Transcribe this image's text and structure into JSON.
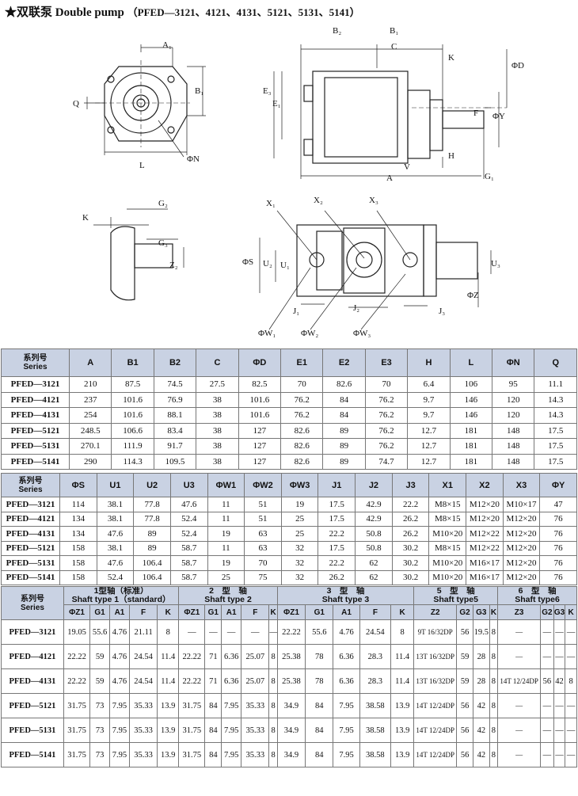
{
  "header": {
    "star": "★",
    "title_cn": "双联泵",
    "title_en": "Double pump",
    "models": "（PFED—3121、4121、4131、5121、5131、5141）"
  },
  "drawing": {
    "labels": {
      "A1": "A₁",
      "B1_left": "B₁",
      "Q": "Q",
      "L": "L",
      "N": "ΦN",
      "B2_top": "B₂",
      "B1_top": "B₁",
      "C": "C",
      "K_top": "K",
      "D": "ΦD",
      "E3": "E₃",
      "E1": "E₁",
      "F": "F",
      "Y": "ΦY",
      "H": "H",
      "V": "V",
      "A": "A",
      "G1": "G₁",
      "K_left": "K",
      "G2": "G₂",
      "G3": "G₃",
      "Z2": "Z₂",
      "X1": "X₁",
      "X2": "X₂",
      "X3": "X₃",
      "S": "ΦS",
      "U2": "U₂",
      "U1": "U₁",
      "U3": "U₃",
      "Z": "ΦZ",
      "J1": "J₁",
      "J2": "J₂",
      "J3": "J₃",
      "W1": "ΦW₁",
      "W2": "ΦW₂",
      "W3": "ΦW₃"
    }
  },
  "table1": {
    "series_cn": "系列号",
    "series_en": "Series",
    "headers": [
      "A",
      "B1",
      "B2",
      "C",
      "ΦD",
      "E1",
      "E2",
      "E3",
      "H",
      "L",
      "ΦN",
      "Q"
    ],
    "rows": [
      {
        "model": "PFED—3121",
        "values": [
          "210",
          "87.5",
          "74.5",
          "27.5",
          "82.5",
          "70",
          "82.6",
          "70",
          "6.4",
          "106",
          "95",
          "11.1"
        ]
      },
      {
        "model": "PFED—4121",
        "values": [
          "237",
          "101.6",
          "76.9",
          "38",
          "101.6",
          "76.2",
          "84",
          "76.2",
          "9.7",
          "146",
          "120",
          "14.3"
        ]
      },
      {
        "model": "PFED—4131",
        "values": [
          "254",
          "101.6",
          "88.1",
          "38",
          "101.6",
          "76.2",
          "84",
          "76.2",
          "9.7",
          "146",
          "120",
          "14.3"
        ]
      },
      {
        "model": "PFED—5121",
        "values": [
          "248.5",
          "106.6",
          "83.4",
          "38",
          "127",
          "82.6",
          "89",
          "76.2",
          "12.7",
          "181",
          "148",
          "17.5"
        ]
      },
      {
        "model": "PFED—5131",
        "values": [
          "270.1",
          "111.9",
          "91.7",
          "38",
          "127",
          "82.6",
          "89",
          "76.2",
          "12.7",
          "181",
          "148",
          "17.5"
        ]
      },
      {
        "model": "PFED—5141",
        "values": [
          "290",
          "114.3",
          "109.5",
          "38",
          "127",
          "82.6",
          "89",
          "74.7",
          "12.7",
          "181",
          "148",
          "17.5"
        ]
      }
    ]
  },
  "table2": {
    "series_cn": "系列号",
    "series_en": "Series",
    "headers": [
      "ΦS",
      "U1",
      "U2",
      "U3",
      "ΦW1",
      "ΦW2",
      "ΦW3",
      "J1",
      "J2",
      "J3",
      "X1",
      "X2",
      "X3",
      "ΦY"
    ],
    "rows": [
      {
        "model": "PFED—3121",
        "values": [
          "114",
          "38.1",
          "77.8",
          "47.6",
          "11",
          "51",
          "19",
          "17.5",
          "42.9",
          "22.2",
          "M8×15",
          "M12×20",
          "M10×17",
          "47"
        ]
      },
      {
        "model": "PFED—4121",
        "values": [
          "134",
          "38.1",
          "77.8",
          "52.4",
          "11",
          "51",
          "25",
          "17.5",
          "42.9",
          "26.2",
          "M8×15",
          "M12×20",
          "M12×20",
          "76"
        ]
      },
      {
        "model": "PFED—4131",
        "values": [
          "134",
          "47.6",
          "89",
          "52.4",
          "19",
          "63",
          "25",
          "22.2",
          "50.8",
          "26.2",
          "M10×20",
          "M12×22",
          "M12×20",
          "76"
        ]
      },
      {
        "model": "PFED—5121",
        "values": [
          "158",
          "38.1",
          "89",
          "58.7",
          "11",
          "63",
          "32",
          "17.5",
          "50.8",
          "30.2",
          "M8×15",
          "M12×22",
          "M12×20",
          "76"
        ]
      },
      {
        "model": "PFED—5131",
        "values": [
          "158",
          "47.6",
          "106.4",
          "58.7",
          "19",
          "70",
          "32",
          "22.2",
          "62",
          "30.2",
          "M10×20",
          "M16×17",
          "M12×20",
          "76"
        ]
      },
      {
        "model": "PFED—5141",
        "values": [
          "158",
          "52.4",
          "106.4",
          "58.7",
          "25",
          "75",
          "32",
          "26.2",
          "62",
          "30.2",
          "M10×20",
          "M16×17",
          "M12×20",
          "76"
        ]
      }
    ]
  },
  "table3": {
    "series_cn": "系列号",
    "series_en": "Series",
    "groups": [
      {
        "cn": "1型轴（标准）",
        "en": "Shaft type 1（standard）"
      },
      {
        "cn": "2　型　轴",
        "en": "Shaft type 2"
      },
      {
        "cn": "3　型　轴",
        "en": "Shaft type 3"
      },
      {
        "cn": "5　型　轴",
        "en": "Shaft type5"
      },
      {
        "cn": "6　型　轴",
        "en": "Shaft type6"
      }
    ],
    "subheaders": [
      [
        "ΦZ1",
        "G1",
        "A1",
        "F",
        "K"
      ],
      [
        "ΦZ1",
        "G1",
        "A1",
        "F",
        "K"
      ],
      [
        "ΦZ1",
        "G1",
        "A1",
        "F",
        "K"
      ],
      [
        "Z2",
        "G2",
        "G3",
        "K"
      ],
      [
        "Z3",
        "G2",
        "G3",
        "K"
      ]
    ],
    "rows": [
      {
        "model": "PFED—3121",
        "g1": [
          "19.05",
          "55.6",
          "4.76",
          "21.11",
          "8"
        ],
        "g2": [
          "—",
          "—",
          "—",
          "—",
          "—"
        ],
        "g3": [
          "22.22",
          "55.6",
          "4.76",
          "24.54",
          "8"
        ],
        "g5": [
          "9T 16/32DP",
          "56",
          "19.5",
          "8"
        ],
        "g6": [
          "—",
          "—",
          "—",
          "—"
        ]
      },
      {
        "model": "PFED—4121",
        "g1": [
          "22.22",
          "59",
          "4.76",
          "24.54",
          "11.4"
        ],
        "g2": [
          "22.22",
          "71",
          "6.36",
          "25.07",
          "8"
        ],
        "g3": [
          "25.38",
          "78",
          "6.36",
          "28.3",
          "11.4"
        ],
        "g5": [
          "13T 16/32DP",
          "59",
          "28",
          "8"
        ],
        "g6": [
          "—",
          "—",
          "—",
          "—"
        ]
      },
      {
        "model": "PFED—4131",
        "g1": [
          "22.22",
          "59",
          "4.76",
          "24.54",
          "11.4"
        ],
        "g2": [
          "22.22",
          "71",
          "6.36",
          "25.07",
          "8"
        ],
        "g3": [
          "25.38",
          "78",
          "6.36",
          "28.3",
          "11.4"
        ],
        "g5": [
          "13T 16/32DP",
          "59",
          "28",
          "8"
        ],
        "g6": [
          "14T 12/24DP",
          "56",
          "42",
          "8"
        ]
      },
      {
        "model": "PFED—5121",
        "g1": [
          "31.75",
          "73",
          "7.95",
          "35.33",
          "13.9"
        ],
        "g2": [
          "31.75",
          "84",
          "7.95",
          "35.33",
          "8"
        ],
        "g3": [
          "34.9",
          "84",
          "7.95",
          "38.58",
          "13.9"
        ],
        "g5": [
          "14T 12/24DP",
          "56",
          "42",
          "8"
        ],
        "g6": [
          "—",
          "—",
          "—",
          "—"
        ]
      },
      {
        "model": "PFED—5131",
        "g1": [
          "31.75",
          "73",
          "7.95",
          "35.33",
          "13.9"
        ],
        "g2": [
          "31.75",
          "84",
          "7.95",
          "35.33",
          "8"
        ],
        "g3": [
          "34.9",
          "84",
          "7.95",
          "38.58",
          "13.9"
        ],
        "g5": [
          "14T 12/24DP",
          "56",
          "42",
          "8"
        ],
        "g6": [
          "—",
          "—",
          "—",
          "—"
        ]
      },
      {
        "model": "PFED—5141",
        "g1": [
          "31.75",
          "73",
          "7.95",
          "35.33",
          "13.9"
        ],
        "g2": [
          "31.75",
          "84",
          "7.95",
          "35.33",
          "8"
        ],
        "g3": [
          "34.9",
          "84",
          "7.95",
          "38.58",
          "13.9"
        ],
        "g5": [
          "14T 12/24DP",
          "56",
          "42",
          "8"
        ],
        "g6": [
          "—",
          "—",
          "—",
          "—"
        ]
      }
    ]
  }
}
